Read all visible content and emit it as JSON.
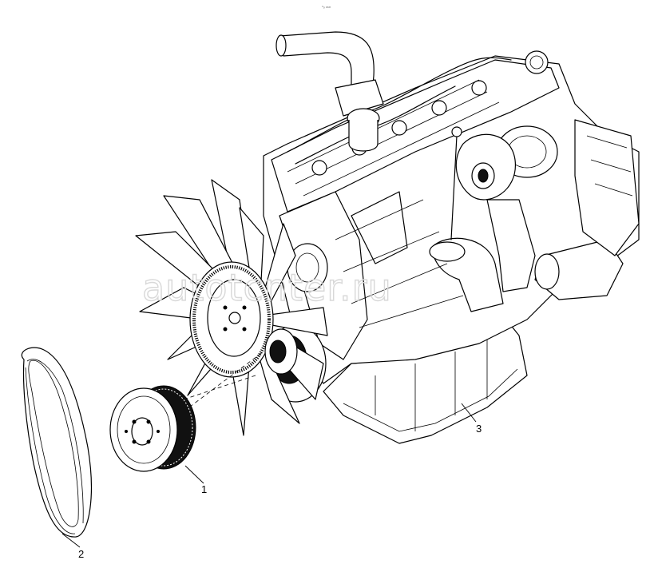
{
  "header": {
    "tiny_mark": "ⁿₒ ₘₘ"
  },
  "watermark": {
    "text": "autotcnter.ru"
  },
  "callouts": [
    {
      "id": "1",
      "label": "1"
    },
    {
      "id": "2",
      "label": "2"
    },
    {
      "id": "3",
      "label": "3"
    }
  ],
  "icons": {
    "fan": "fan-icon",
    "pulley": "pulley-icon",
    "belt": "belt-icon",
    "engine": "engine-icon"
  }
}
